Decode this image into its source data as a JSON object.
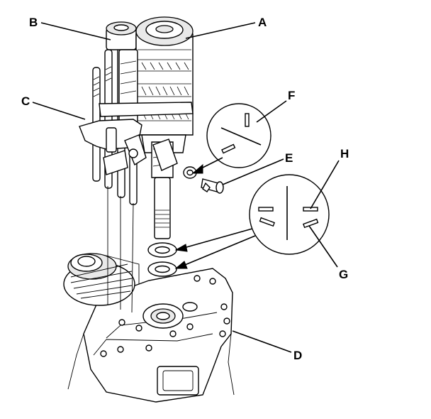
{
  "labels": {
    "A": "A",
    "B": "B",
    "C": "C",
    "D": "D",
    "E": "E",
    "F": "F",
    "G": "G",
    "H": "H"
  },
  "colors": {
    "line": "#000000",
    "background": "#ffffff",
    "shade": "#e9e9e9"
  }
}
